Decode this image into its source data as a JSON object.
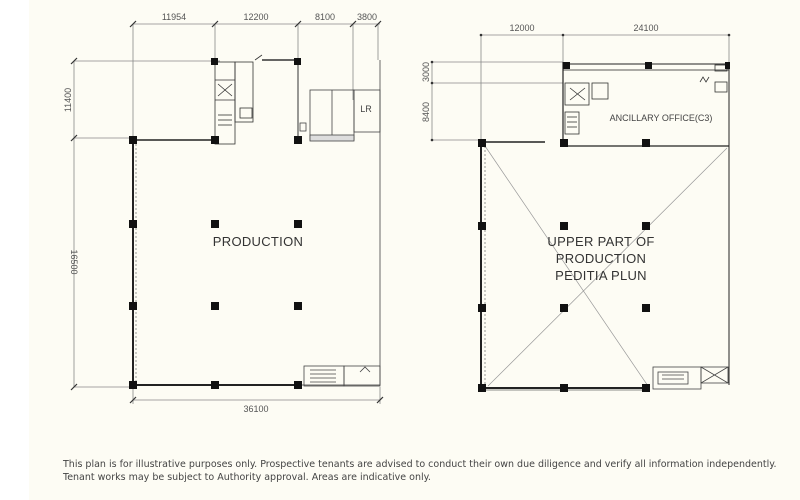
{
  "left_plan": {
    "name": "ground-floor-plan",
    "room_label": "PRODUCTION",
    "dimensions_top": [
      "11954",
      "12200",
      "8100",
      "3800"
    ],
    "dimensions_left": [
      "11400",
      "16500"
    ],
    "dimension_bottom": "36100"
  },
  "right_plan": {
    "name": "upper-floor-plan",
    "room_label_lines": [
      "UPPER PART OF",
      "PRODUCTION",
      "PEDITIA PLUN"
    ],
    "office_label": "ANCILLARY OFFICE(C3)",
    "dimensions_top": [
      "12000",
      "24100"
    ],
    "dimensions_left": [
      "3000",
      "8400"
    ]
  },
  "disclaimer": {
    "line1": "This plan is for illustrative purposes only. Prospective tenants are advised to conduct their own due diligence and verify all information independently.",
    "line2": "Tenant works may be subject to Authority approval. Areas are indicative only."
  },
  "colors": {
    "background": "#fdfcf4",
    "wall": "#222222",
    "line": "#9a9a9a",
    "column": "#111111"
  }
}
